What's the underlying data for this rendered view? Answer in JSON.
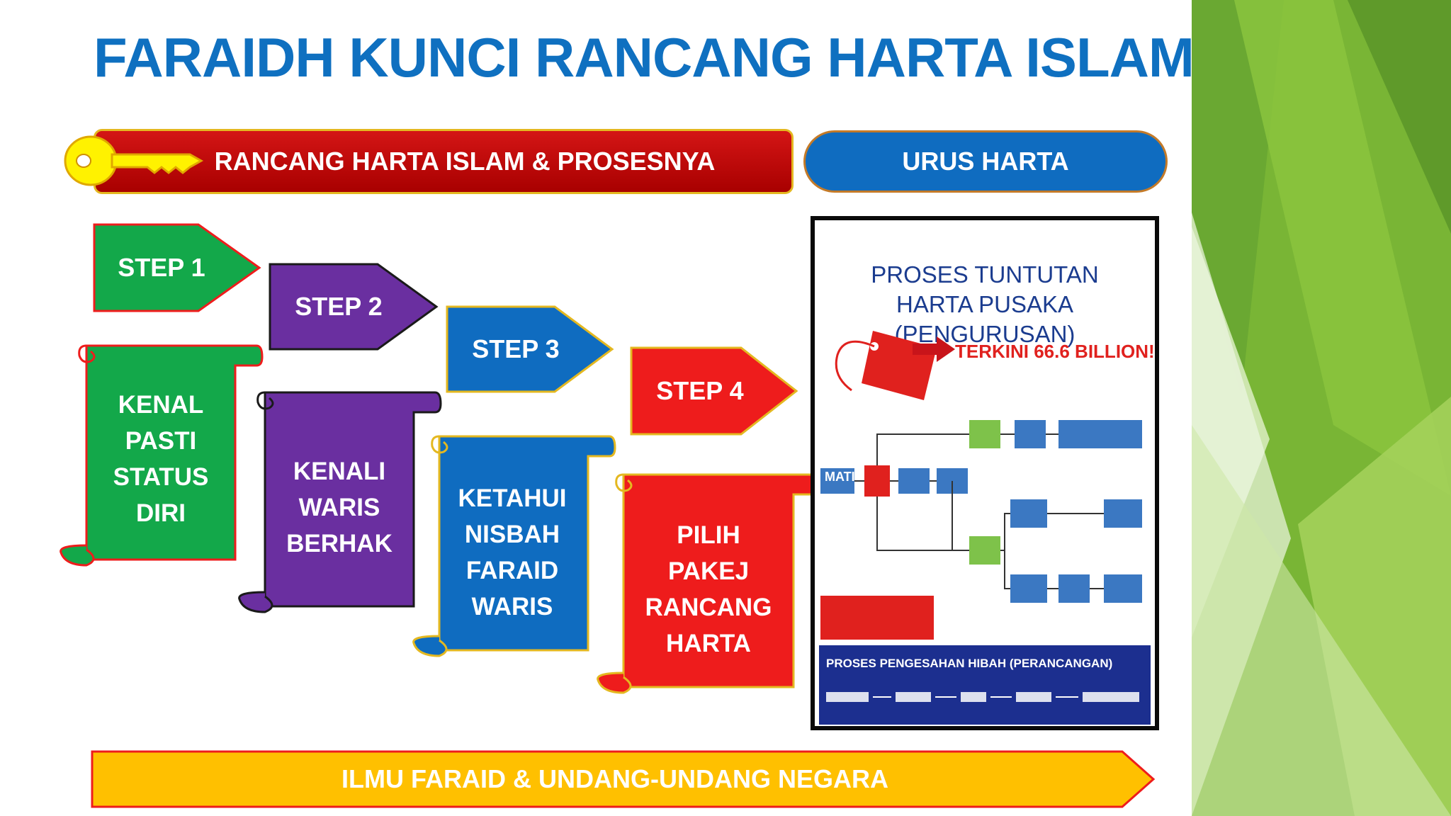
{
  "slide": {
    "title": "FARAIDH KUNCI RANCANG HARTA ISLAM",
    "banner_left": "RANCANG HARTA ISLAM & PROSESNYA",
    "banner_right": "URUS HARTA",
    "steps": [
      {
        "label": "STEP 1",
        "text": [
          "KENAL",
          "PASTI",
          "STATUS",
          "DIRI"
        ],
        "color": "#13a84a"
      },
      {
        "label": "STEP 2",
        "text": [
          "KENALI",
          "WARIS",
          "BERHAK"
        ],
        "color": "#6a2fa0"
      },
      {
        "label": "STEP 3",
        "text": [
          "KETAHUI",
          "NISBAH",
          "FARAID",
          "WARIS"
        ],
        "color": "#0f6cc0"
      },
      {
        "label": "STEP 4",
        "text": [
          "PILIH",
          "PAKEJ",
          "RANCANG",
          "HARTA"
        ],
        "color": "#ee1c1c"
      }
    ],
    "poster": {
      "title_line1": "PROSES TUNTUTAN",
      "title_line2": "HARTA PUSAKA (PENGURUSAN)",
      "latest": "TERKINI 66.6 BILLION!",
      "node_mati": "MATI",
      "footer_title": "PROSES PENGESAHAN HIBAH (PERANCANGAN)"
    },
    "bottom_bar": "ILMU FARAID & UNDANG-UNDANG NEGARA",
    "colors": {
      "title": "#0f70c0",
      "bottom_bar": "#ffc000",
      "panel_green": "#8cc63f"
    }
  }
}
